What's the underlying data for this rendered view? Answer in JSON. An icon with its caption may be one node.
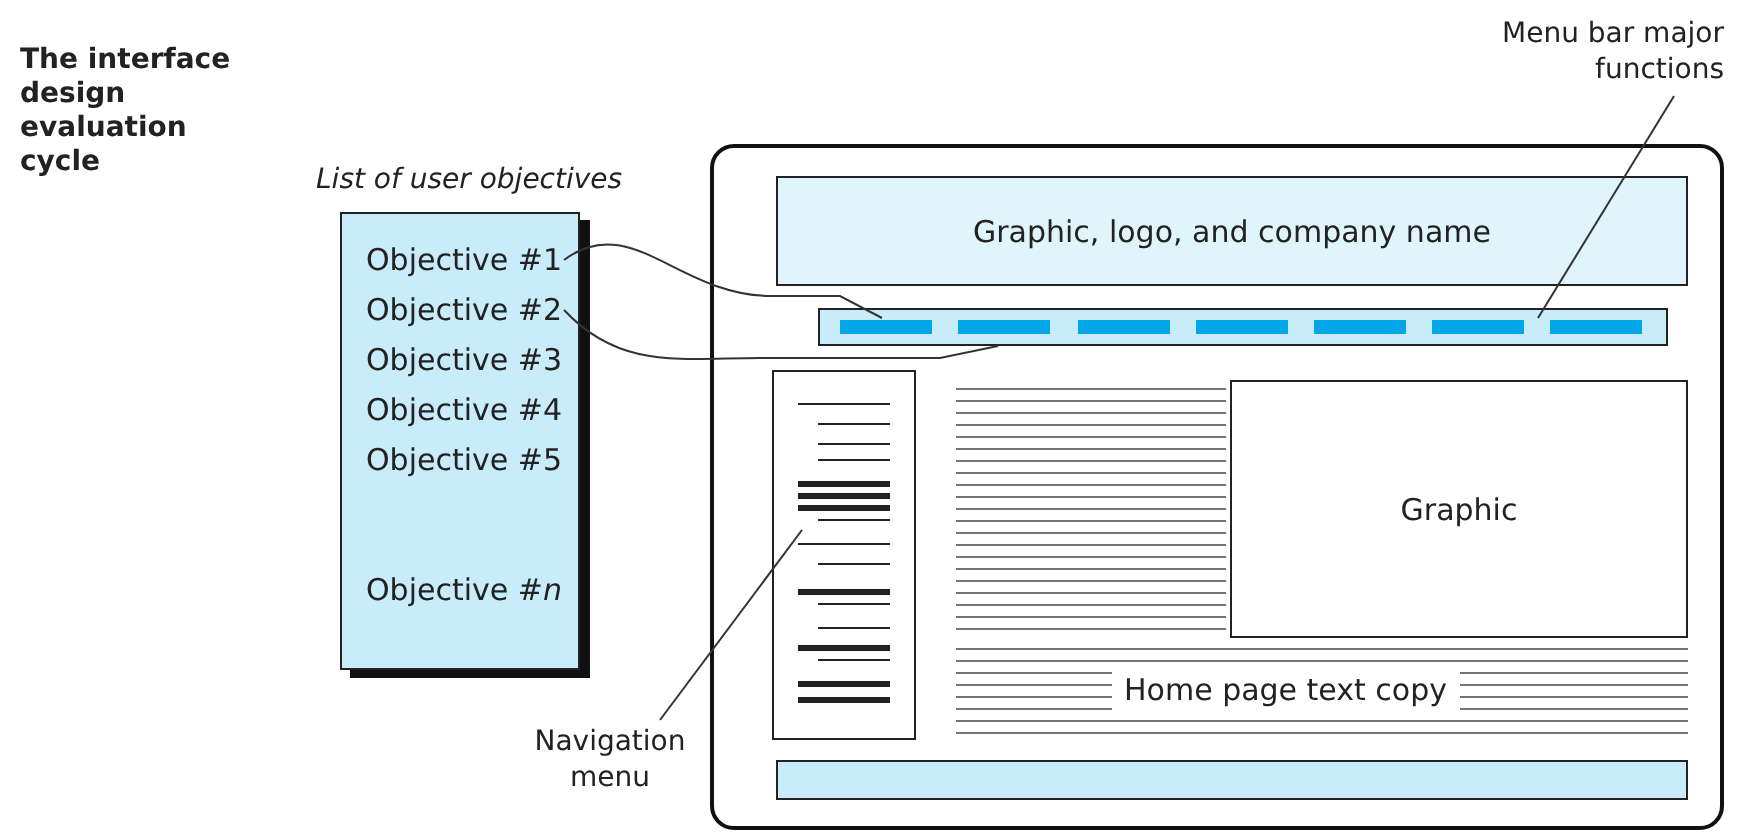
{
  "diagram": {
    "title": "The interface design evaluation cycle",
    "nodes": [
      {
        "text": [
          "List of user objectives"
        ]
      },
      {
        "text": [
          "Objective #1"
        ],
        "in": 0
      },
      {
        "text": [
          "Objective #2"
        ],
        "in": 0
      },
      {
        "text": [
          "Objective #3"
        ],
        "in": 0
      },
      {
        "text": [
          "Objective #4"
        ],
        "in": 0
      },
      {
        "text": [
          "Objective #5"
        ],
        "in": 0
      },
      {
        "text": [
          "Objective #*n*"
        ],
        "in": 0
      },
      {
        "text": [],
        "shape": "box"
      },
      {
        "text": [
          "Graphic, logo, and company name"
        ],
        "in": 7
      },
      {
        "text": [],
        "shape": "bar",
        "in": 7
      },
      {
        "text": [],
        "shape": "box",
        "in": 7
      },
      {
        "text": [
          "Graphic"
        ],
        "in": 7
      },
      {
        "text": [
          "Home page text copy"
        ],
        "in": 7
      },
      {
        "text": [],
        "shape": "bar",
        "in": 7
      },
      {
        "text": [
          "Menu bar major functions"
        ]
      },
      {
        "text": [
          "Navigation menu"
        ]
      }
    ],
    "edges": [
      {
        "from": 1,
        "to": 9,
        "arrow": "none"
      },
      {
        "from": 2,
        "to": 9,
        "arrow": "none"
      },
      {
        "from": 14,
        "to": 9,
        "arrow": "none"
      },
      {
        "from": 15,
        "to": 10,
        "arrow": "none"
      }
    ]
  }
}
